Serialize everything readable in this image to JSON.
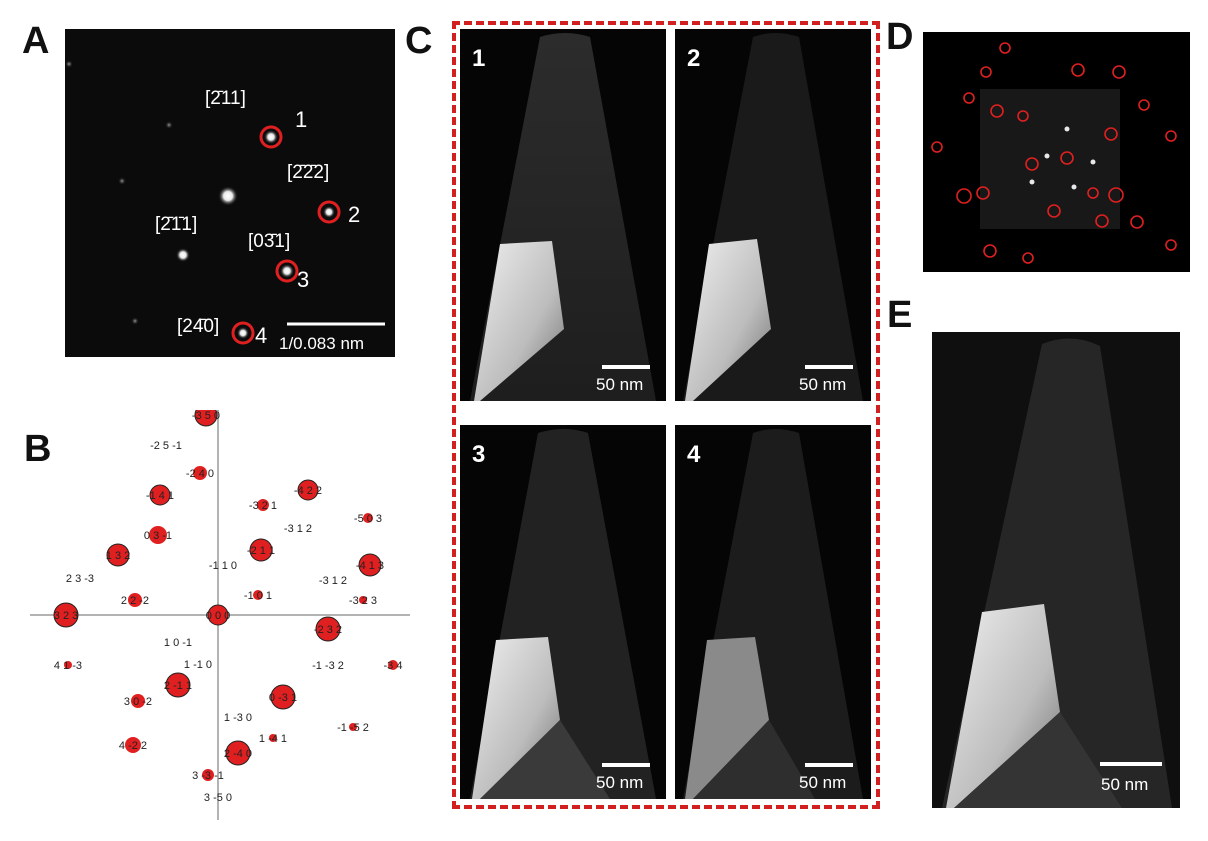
{
  "panel_labels": {
    "a": "A",
    "b": "B",
    "c": "C",
    "d": "D",
    "e": "E"
  },
  "panel_a": {
    "spots": [
      {
        "idx": "1",
        "label": "[2̄11]"
      },
      {
        "idx": "2",
        "label": "[2̄2̄2]"
      },
      {
        "idx": "3",
        "label": "[03̄1]"
      },
      {
        "idx": "4",
        "label": "[24̄0]"
      }
    ],
    "unlabeled_label": "[2̄1̄1]",
    "scale": "1/0.083 nm"
  },
  "panel_b": {
    "reflections": [
      "-3 5 0",
      "-2 5 -1",
      "-2 4 0",
      "-1 4 1",
      "-4 2 2",
      "-3 2 1",
      "-3 1 2",
      "-5 0 3",
      "0 3 -1",
      "1 3 2",
      "-2 1 1",
      "-4 1 3",
      "2 3 -3",
      "-1 1 0",
      "-3 1 2",
      "-1 0 1",
      "2 2 -2",
      "-3 2 3",
      "3 2 3",
      "0 0 0",
      "-2 3 2",
      "1 0 -1",
      "1 -1 0",
      "-1 -3 2",
      "-3 4",
      "4 1 -3",
      "2 -1 1",
      "0 -3 1",
      "3 0 -2",
      "1 -3 0",
      "-1 -5 2",
      "4 -2 2",
      "1 -4 1",
      "2 -4 0",
      "3 -3 -1",
      "3 -5 0"
    ]
  },
  "panel_c": {
    "subpanels": [
      {
        "num": "1",
        "scale": "50 nm"
      },
      {
        "num": "2",
        "scale": "50 nm"
      },
      {
        "num": "3",
        "scale": "50 nm"
      },
      {
        "num": "4",
        "scale": "50 nm"
      }
    ]
  },
  "panel_e": {
    "scale": "50 nm"
  },
  "colors": {
    "circle": "#e02020",
    "dash": "#d21f1f",
    "bg": "#050505"
  }
}
